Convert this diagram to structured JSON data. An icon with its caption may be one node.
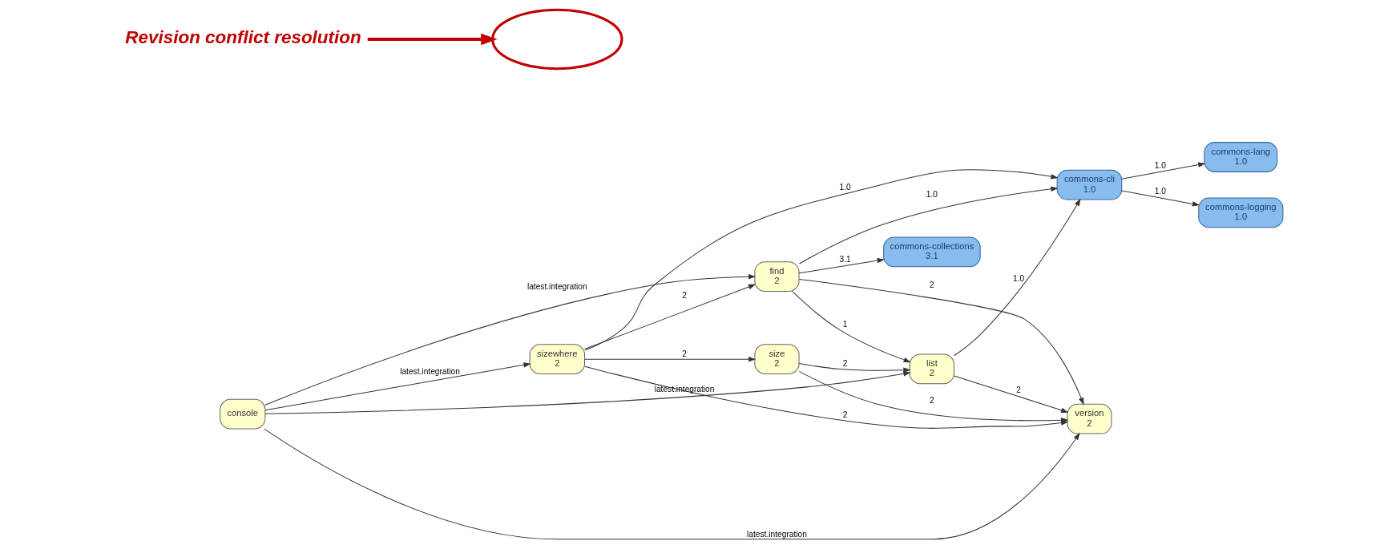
{
  "diagram": {
    "nodes": [
      {
        "text": [
          "console"
        ]
      },
      {
        "text": [
          "sizewhere",
          "2"
        ]
      },
      {
        "text": [
          "size",
          "2"
        ]
      },
      {
        "text": [
          "find",
          "2"
        ]
      },
      {
        "text": [
          "list",
          "2"
        ]
      },
      {
        "text": [
          "version",
          "2"
        ]
      },
      {
        "text": [
          "commons-collections",
          "3.1"
        ]
      },
      {
        "text": [
          "commons-cli",
          "1.0"
        ]
      },
      {
        "text": [
          "commons-lang",
          "1.0"
        ]
      },
      {
        "text": [
          "commons-logging",
          "1.0"
        ]
      },
      {
        "text": [],
        "shape": "ellipse"
      },
      {
        "text": [
          "Revision conflict resolution"
        ]
      }
    ],
    "edges": [
      {
        "from": 0,
        "to": 5,
        "arrow": "to",
        "label": "latest.integration"
      },
      {
        "from": 0,
        "to": 1,
        "arrow": "to",
        "label": "latest.integration"
      },
      {
        "from": 0,
        "to": 4,
        "arrow": "to",
        "label": "latest.integration"
      },
      {
        "from": 0,
        "to": 3,
        "arrow": "to",
        "label": "latest.integration"
      },
      {
        "from": 1,
        "to": 5,
        "arrow": "to",
        "label": "2"
      },
      {
        "from": 1,
        "to": 2,
        "arrow": "to",
        "label": "2"
      },
      {
        "from": 1,
        "to": 3,
        "arrow": "to",
        "label": "2"
      },
      {
        "from": 1,
        "to": 7,
        "arrow": "to",
        "label": "1.0"
      },
      {
        "from": 2,
        "to": 5,
        "arrow": "to",
        "label": "2"
      },
      {
        "from": 2,
        "to": 4,
        "arrow": "to",
        "label": "2"
      },
      {
        "from": 3,
        "to": 4,
        "arrow": "to",
        "label": "1"
      },
      {
        "from": 3,
        "to": 5,
        "arrow": "to",
        "label": "2"
      },
      {
        "from": 3,
        "to": 6,
        "arrow": "to",
        "label": "3.1"
      },
      {
        "from": 3,
        "to": 7,
        "arrow": "to",
        "label": "1.0"
      },
      {
        "from": 4,
        "to": 5,
        "arrow": "to",
        "label": "2"
      },
      {
        "from": 4,
        "to": 7,
        "arrow": "to",
        "label": "1.0"
      },
      {
        "from": 7,
        "to": 8,
        "arrow": "to",
        "label": "1.0"
      },
      {
        "from": 7,
        "to": 9,
        "arrow": "to",
        "label": "1.0"
      },
      {
        "from": 11,
        "to": 10,
        "arrow": "to",
        "style": "thick",
        "color": "#c00000"
      }
    ]
  }
}
